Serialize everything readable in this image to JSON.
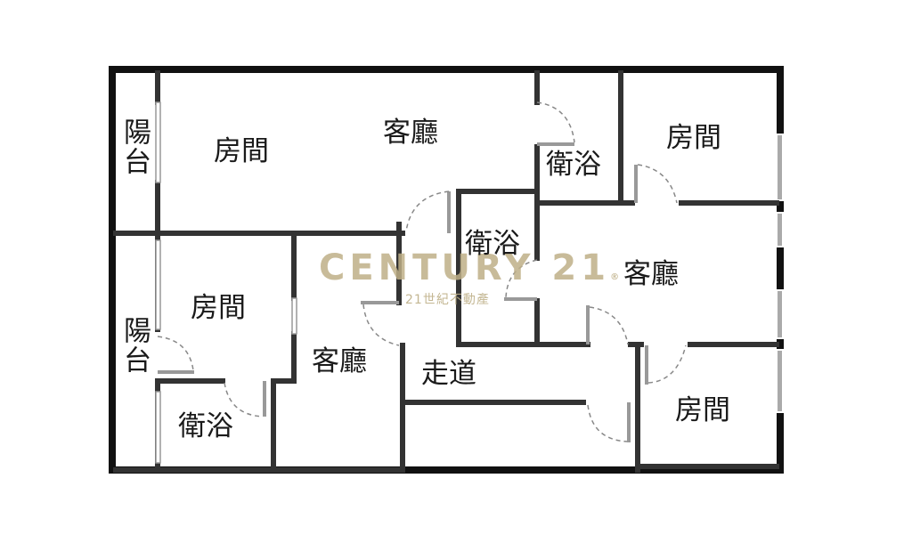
{
  "plan": {
    "colors": {
      "wall": "#333333",
      "outer_wall": "#111111",
      "window": "#aaaaaa",
      "door": "#999999",
      "watermark": "#beaf87"
    },
    "rooms": [
      {
        "id": "balcony-top",
        "label": "陽台"
      },
      {
        "id": "bedroom-top-left",
        "label": "房間"
      },
      {
        "id": "living-top",
        "label": "客廳"
      },
      {
        "id": "bath-top",
        "label": "衛浴"
      },
      {
        "id": "bedroom-top-right",
        "label": "房間"
      },
      {
        "id": "bath-center",
        "label": "衛浴"
      },
      {
        "id": "living-right",
        "label": "客廳"
      },
      {
        "id": "balcony-bottom",
        "label": "陽台"
      },
      {
        "id": "bedroom-mid-left",
        "label": "房間"
      },
      {
        "id": "living-mid",
        "label": "客廳"
      },
      {
        "id": "corridor",
        "label": "走道"
      },
      {
        "id": "bath-bottom-left",
        "label": "衛浴"
      },
      {
        "id": "bedroom-bottom-right",
        "label": "房間"
      }
    ]
  },
  "watermark": {
    "brand": "CENTURY 21",
    "registered": "®",
    "subtitle": "21世紀不動產"
  }
}
